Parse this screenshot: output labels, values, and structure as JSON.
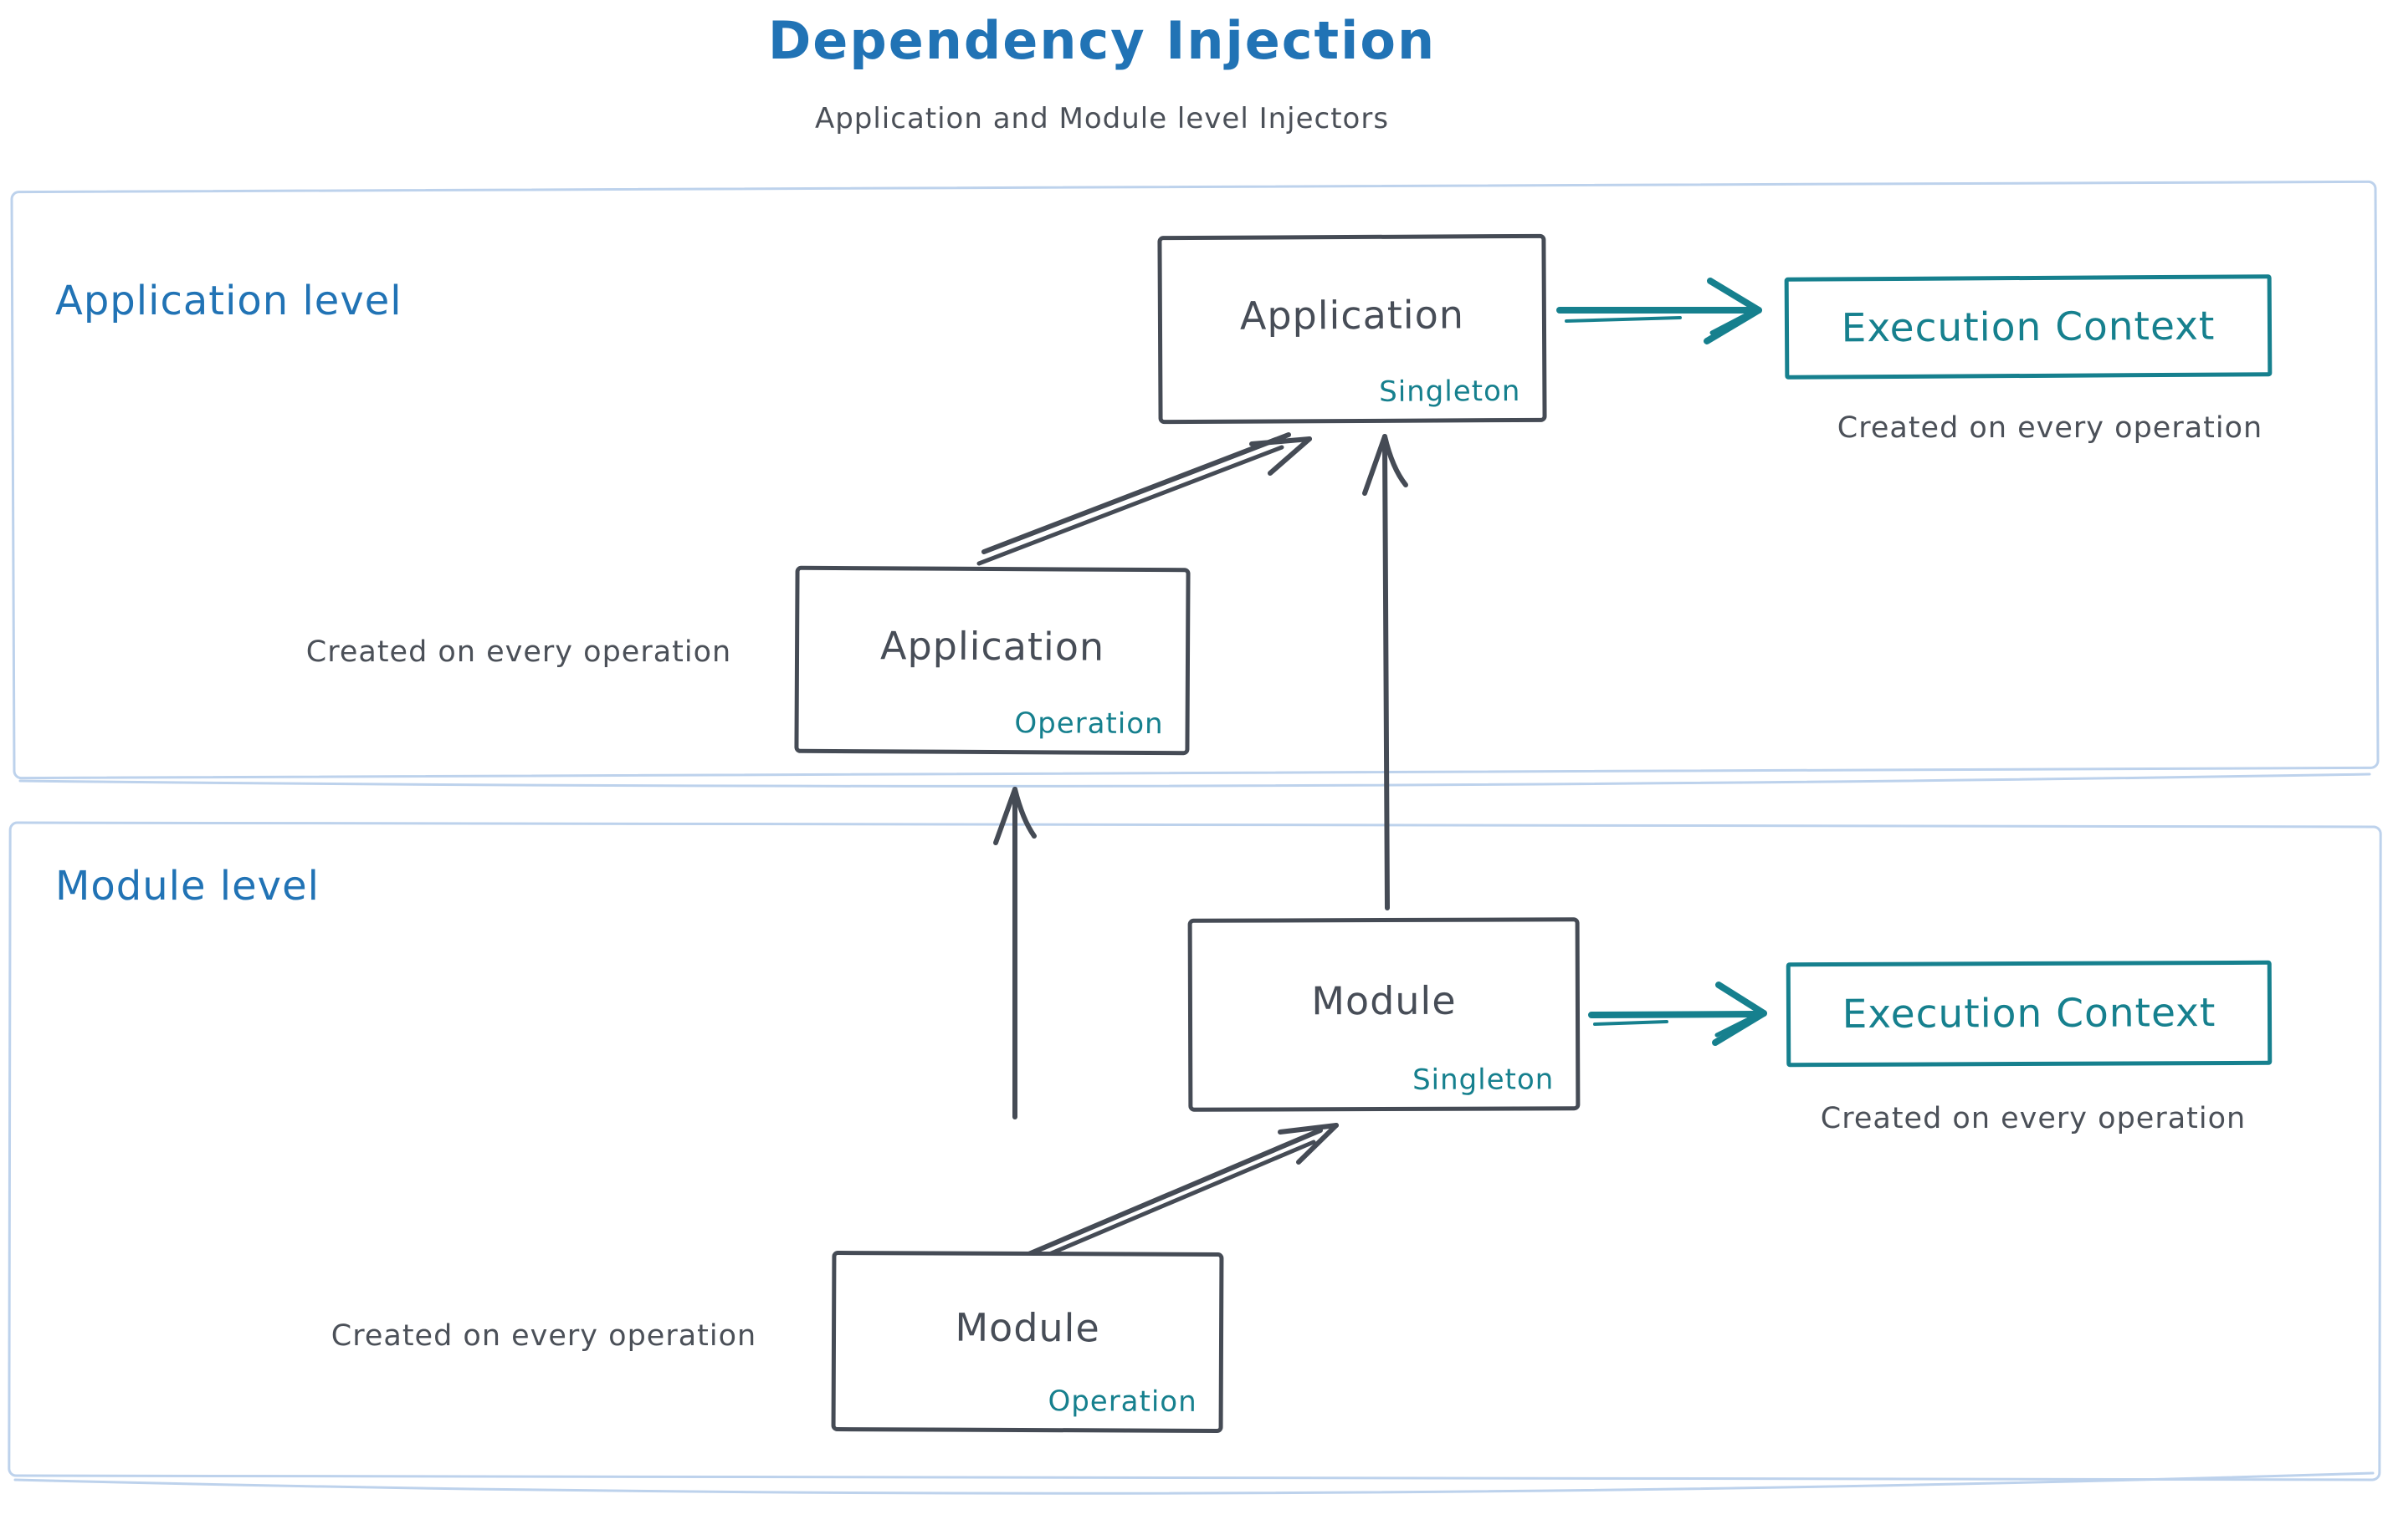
{
  "header": {
    "title": "Dependency Injection",
    "subtitle": "Application and Module level Injectors"
  },
  "colors": {
    "title_blue": "#2173b5",
    "stroke_dark": "#454b55",
    "text_gray": "#4b5058",
    "teal": "#16808e",
    "container_border": "#bdd2ec",
    "background": "#ffffff"
  },
  "sections": [
    {
      "label": "Application level",
      "singleton_box": {
        "title": "Application",
        "scope": "Singleton"
      },
      "operation_box": {
        "title": "Application",
        "scope": "Operation"
      },
      "operation_caption": "Created on every operation",
      "execution_context": {
        "label": "Execution Context",
        "caption": "Created on every operation"
      }
    },
    {
      "label": "Module level",
      "singleton_box": {
        "title": "Module",
        "scope": "Singleton"
      },
      "operation_box": {
        "title": "Module",
        "scope": "Operation"
      },
      "operation_caption": "Created on every operation",
      "execution_context": {
        "label": "Execution Context",
        "caption": "Created on every operation"
      }
    }
  ],
  "arrows": [
    {
      "id": "app-operation-to-app-singleton",
      "from": "Application Operation",
      "to": "Application Singleton"
    },
    {
      "id": "module-singleton-to-app-singleton",
      "from": "Module Singleton",
      "to": "Application Singleton"
    },
    {
      "id": "app-singleton-to-execution-context",
      "from": "Application Singleton",
      "to": "Execution Context"
    },
    {
      "id": "module-operation-to-module-singleton",
      "from": "Module Operation",
      "to": "Module Singleton"
    },
    {
      "id": "module-operation-to-app-operation",
      "from": "Module Operation",
      "to": "Application Operation"
    },
    {
      "id": "module-singleton-to-execution-context",
      "from": "Module Singleton",
      "to": "Execution Context"
    }
  ]
}
